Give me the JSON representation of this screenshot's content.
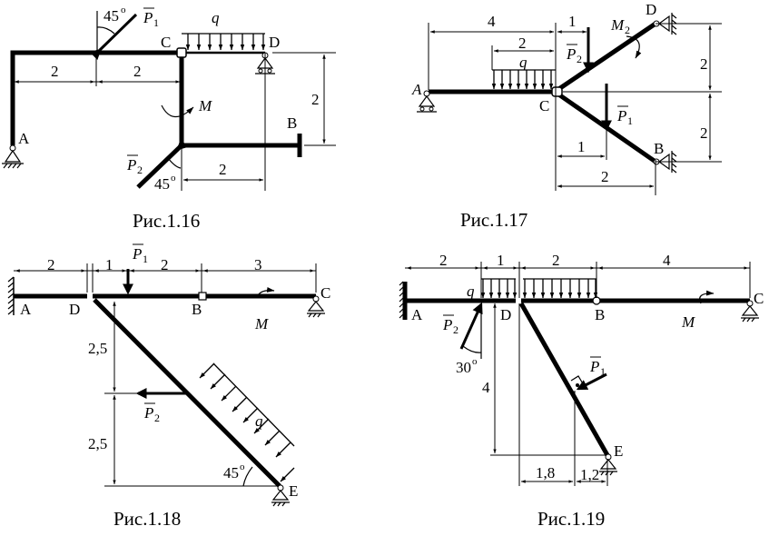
{
  "figures": [
    {
      "caption": "Рис.1.16",
      "points": [
        "A",
        "C",
        "D",
        "B"
      ],
      "loads": {
        "force1": "P",
        "force1_index": "1",
        "force2": "P",
        "force2_index": "2",
        "moment": "M",
        "distributed": "q"
      },
      "angles": {
        "a1": "45",
        "a2": "45",
        "degree": "o"
      },
      "dimensions": [
        "2",
        "2",
        "2",
        "2"
      ]
    },
    {
      "caption": "Рис.1.17",
      "points": [
        "A",
        "C",
        "D",
        "B"
      ],
      "loads": {
        "force1": "P",
        "force1_index": "1",
        "force2": "P",
        "force2_index": "2",
        "moment": "M",
        "moment_index": "2",
        "distributed": "q"
      },
      "dimensions": [
        "4",
        "1",
        "2",
        "2",
        "2",
        "1",
        "2"
      ]
    },
    {
      "caption": "Рис.1.18",
      "points": [
        "A",
        "D",
        "B",
        "C",
        "E"
      ],
      "loads": {
        "force1": "P",
        "force1_index": "1",
        "force2": "P",
        "force2_index": "2",
        "moment": "M",
        "distributed": "q"
      },
      "angles": {
        "a1": "45",
        "degree": "o"
      },
      "dimensions": [
        "2",
        "1",
        "2",
        "3",
        "2,5",
        "2,5"
      ]
    },
    {
      "caption": "Рис.1.19",
      "points": [
        "A",
        "D",
        "B",
        "C",
        "E"
      ],
      "loads": {
        "force1": "P",
        "force1_index": "1",
        "force2": "P",
        "force2_index": "2",
        "moment": "M",
        "distributed": "q"
      },
      "angles": {
        "a1": "30",
        "degree": "o"
      },
      "dimensions": [
        "2",
        "1",
        "2",
        "4",
        "4",
        "1,8",
        "1,2"
      ]
    }
  ]
}
